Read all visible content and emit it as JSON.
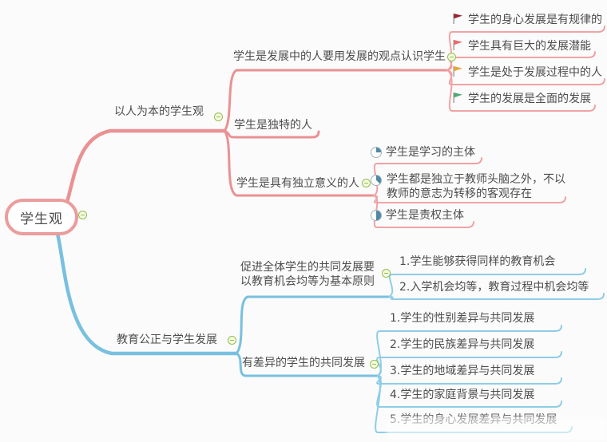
{
  "root": {
    "label": "学生观"
  },
  "branches": [
    {
      "label": "以人为本的学生观",
      "children": [
        {
          "label": "学生是发展中的人要用发展的观点认识学生",
          "children": [
            {
              "label": "学生的身心发展是有规律的",
              "icon": "flag-darkred"
            },
            {
              "label": "学生具有巨大的发展潜能",
              "icon": "flag-red"
            },
            {
              "label": "学生是处于发展过程中的人",
              "icon": "flag-yellow"
            },
            {
              "label": "学生的发展是全面的发展",
              "icon": "flag-green"
            }
          ]
        },
        {
          "label": "学生是独特的人"
        },
        {
          "label": "学生是具有独立意义的人",
          "children": [
            {
              "label": "学生是学习的主体",
              "icon": "pie-25"
            },
            {
              "label": "学生都是独立于教师头脑之外，不以教师的意志为转移的客观存在",
              "icon": "pie-37"
            },
            {
              "label": "学生是责权主体",
              "icon": "pie-50"
            }
          ]
        }
      ]
    },
    {
      "label": "教育公正与学生发展",
      "children": [
        {
          "label": "促进全体学生的共同发展要以教育机会均等为基本原则",
          "children": [
            {
              "label": "1.学生能够获得同样的教育机会"
            },
            {
              "label": "2.入学机会均等，教育过程中机会均等"
            }
          ]
        },
        {
          "label": "有差异的学生的共同发展",
          "children": [
            {
              "label": "1.学生的性别差异与共同发展"
            },
            {
              "label": "2.学生的民族差异与共同发展"
            },
            {
              "label": "3.学生的地域差异与共同发展"
            },
            {
              "label": "4.学生的家庭背景与共同发展"
            },
            {
              "label": "5.学生的身心发展差异与共同发展"
            }
          ]
        }
      ]
    }
  ],
  "colors": {
    "background": "#FBFBFB",
    "text": "#4D4D4D",
    "branch1": "#EA9193",
    "branch1_light": "#F0A3A5",
    "branch2": "#79C0DF",
    "branch2_light": "#8ECDE7",
    "root_border": "#EB9C9C",
    "toggle_green": "#93BE4D",
    "toggle_bg": "#F5FAE1",
    "pie_blue": "#4F89A8",
    "flag_darkred": "#9A2330",
    "flag_red": "#E76C6C",
    "flag_yellow": "#E8A53D",
    "flag_green": "#4FA873"
  }
}
